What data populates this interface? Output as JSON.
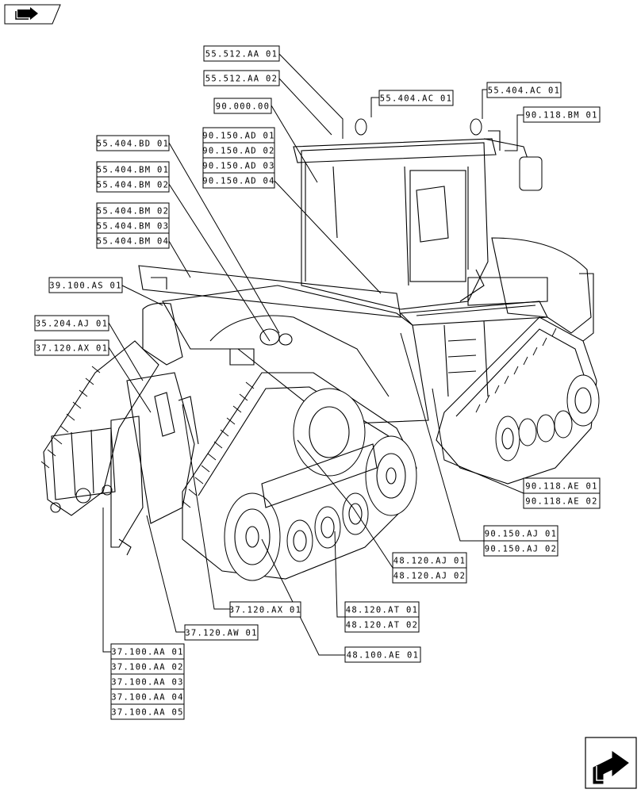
{
  "header": {
    "icon": "book-arrow-icon"
  },
  "footer": {
    "icon": "next-page-arrow-icon"
  },
  "callouts": [
    {
      "id": "c1",
      "labels": [
        "55.512.AA 01"
      ]
    },
    {
      "id": "c2",
      "labels": [
        "55.512.AA 02"
      ]
    },
    {
      "id": "c3",
      "labels": [
        "90.000.00"
      ]
    },
    {
      "id": "c4",
      "labels": [
        "55.404.AC 01"
      ]
    },
    {
      "id": "c5",
      "labels": [
        "55.404.AC 01"
      ]
    },
    {
      "id": "c6",
      "labels": [
        "90.118.BM 01"
      ]
    },
    {
      "id": "c7",
      "labels": [
        "90.150.AD 01",
        "90.150.AD 02",
        "90.150.AD 03",
        "90.150.AD 04"
      ]
    },
    {
      "id": "c8",
      "labels": [
        "55.404.BD 01"
      ]
    },
    {
      "id": "c9",
      "labels": [
        "55.404.BM 01",
        "55.404.BM 02"
      ]
    },
    {
      "id": "c10",
      "labels": [
        "55.404.BM 02",
        "55.404.BM 03",
        "55.404.BM 04"
      ]
    },
    {
      "id": "c11",
      "labels": [
        "39.100.AS 01"
      ]
    },
    {
      "id": "c12",
      "labels": [
        "35.204.AJ 01"
      ]
    },
    {
      "id": "c13",
      "labels": [
        "37.120.AX 01"
      ]
    },
    {
      "id": "c14",
      "labels": [
        "90.118.AE 01",
        "90.118.AE 02"
      ]
    },
    {
      "id": "c15",
      "labels": [
        "90.150.AJ 01",
        "90.150.AJ 02"
      ]
    },
    {
      "id": "c16",
      "labels": [
        "48.120.AJ 01",
        "48.120.AJ 02"
      ]
    },
    {
      "id": "c17",
      "labels": [
        "37.120.AX 01"
      ]
    },
    {
      "id": "c18",
      "labels": [
        "48.120.AT 01",
        "48.120.AT 02"
      ]
    },
    {
      "id": "c19",
      "labels": [
        "37.120.AW 01"
      ]
    },
    {
      "id": "c20",
      "labels": [
        "48.100.AE 01"
      ]
    },
    {
      "id": "c21",
      "labels": [
        "37.100.AA 01",
        "37.100.AA 02",
        "37.100.AA 03",
        "37.100.AA 04",
        "37.100.AA 05"
      ]
    }
  ]
}
